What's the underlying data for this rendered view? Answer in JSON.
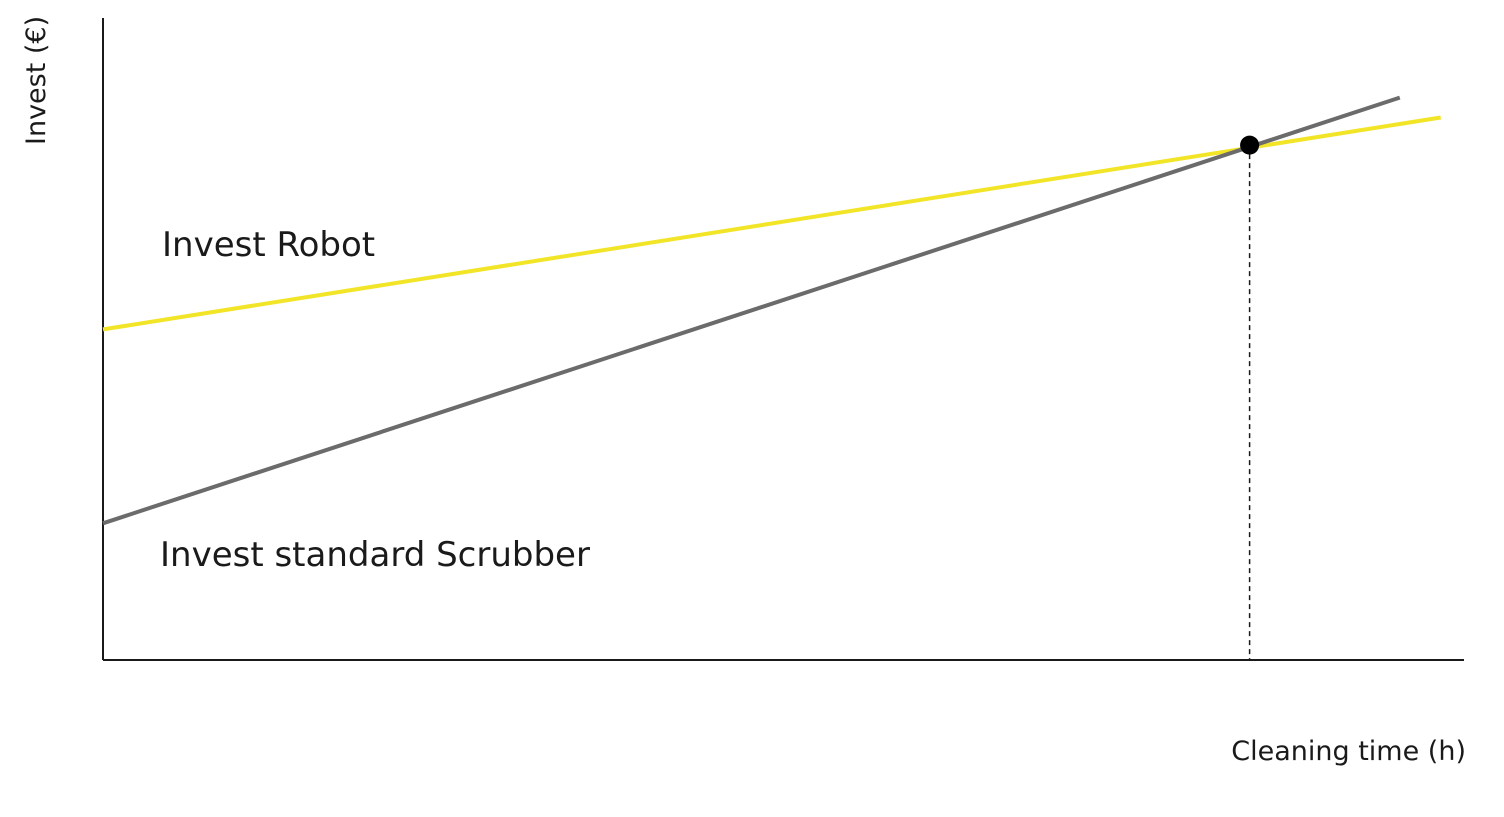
{
  "chart_data": {
    "type": "line",
    "title": "",
    "xlabel": "Cleaning time (h)",
    "ylabel": "Invest (€)",
    "xlim": [
      0,
      100
    ],
    "ylim": [
      0,
      100
    ],
    "grid": false,
    "tick_labels_shown": false,
    "series": [
      {
        "name": "Invest Robot",
        "color": "#f2e427",
        "x": [
          0,
          98
        ],
        "y": [
          51.5,
          84.5
        ]
      },
      {
        "name": "Invest standard Scrubber",
        "color": "#6b6b6b",
        "x": [
          0,
          95
        ],
        "y": [
          21.3,
          87.6
        ]
      }
    ],
    "annotations": [
      {
        "kind": "intersection-point",
        "x": 84,
        "y": 80.2,
        "color": "#000000",
        "dashed_drop_to_x_axis": true
      }
    ]
  }
}
